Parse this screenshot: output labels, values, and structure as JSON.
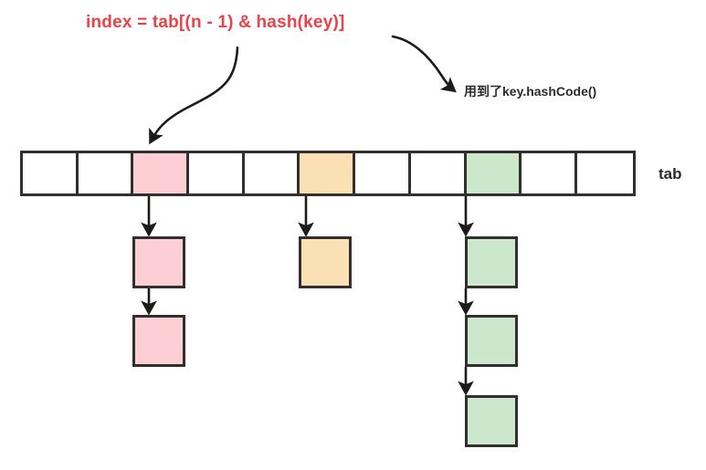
{
  "diagram": {
    "title": "index = tab[(n - 1) & hash(key)]",
    "title_color": "#e8424a",
    "annotation": "用到了key.hashCode()",
    "array_label": "tab",
    "colors": {
      "pink": "#fbcfd3",
      "orange": "#fbdfb5",
      "green": "#cce8cc",
      "empty": "#ffffff",
      "stroke": "#332f2e",
      "text": "#2b2b2b",
      "accent": "#e8424a"
    },
    "array": {
      "cell_count": 11,
      "cells": [
        {
          "index": 0,
          "fill": "empty"
        },
        {
          "index": 1,
          "fill": "empty"
        },
        {
          "index": 2,
          "fill": "pink"
        },
        {
          "index": 3,
          "fill": "empty"
        },
        {
          "index": 4,
          "fill": "empty"
        },
        {
          "index": 5,
          "fill": "orange"
        },
        {
          "index": 6,
          "fill": "empty"
        },
        {
          "index": 7,
          "fill": "empty"
        },
        {
          "index": 8,
          "fill": "green"
        },
        {
          "index": 9,
          "fill": "empty"
        },
        {
          "index": 10,
          "fill": "empty"
        }
      ]
    },
    "chains": [
      {
        "bucket_index": 2,
        "fill": "pink",
        "node_count": 2
      },
      {
        "bucket_index": 5,
        "fill": "orange",
        "node_count": 1
      },
      {
        "bucket_index": 8,
        "fill": "green",
        "node_count": 3
      }
    ],
    "arrows": [
      {
        "name": "formula-to-bucket",
        "from": "title",
        "to": "bucket-2"
      },
      {
        "name": "formula-to-annotation",
        "from": "title",
        "to": "annotation"
      }
    ]
  }
}
